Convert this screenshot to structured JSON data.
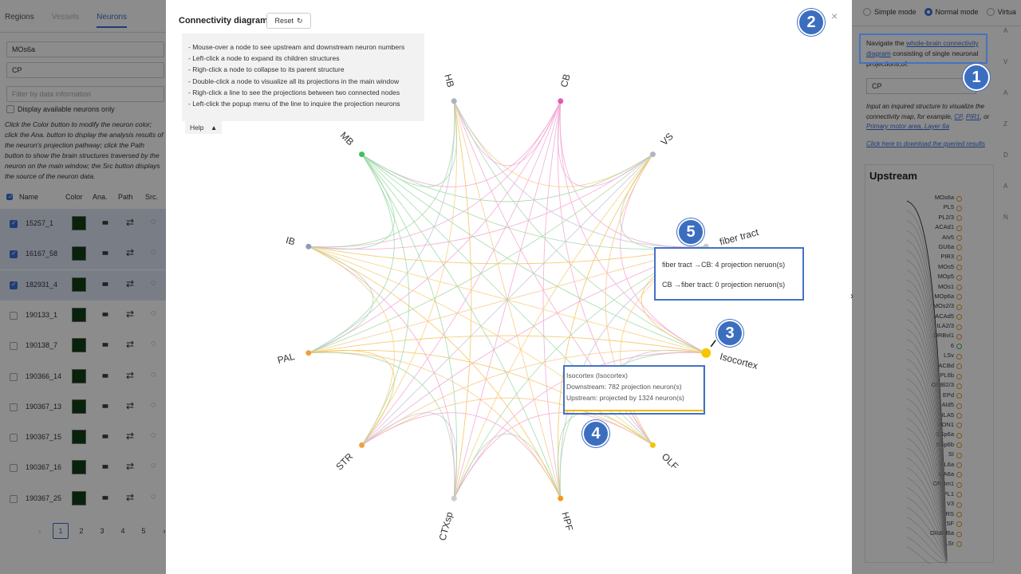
{
  "left": {
    "tabs": [
      "Regions",
      "Vessels",
      "Neurons"
    ],
    "active_tab": "Neurons",
    "field1": "MOs6a",
    "field2": "CP",
    "filter_placeholder": "Filter by data information",
    "display_available": "Display available neurons only",
    "description": "Click the Color button to modify the neuron color; click the Ana. button to display the analysis results of the neuron's projection pathway; click the Path button to show the brain structures traversed by the neuron on the main window; the Src button displays the source of the neuron data.",
    "columns": [
      "Name",
      "Color",
      "Ana.",
      "Path",
      "Src."
    ],
    "rows": [
      {
        "id": "15257_1",
        "checked": true
      },
      {
        "id": "16167_58",
        "checked": true
      },
      {
        "id": "182931_4",
        "checked": true
      },
      {
        "id": "190133_1",
        "checked": false
      },
      {
        "id": "190138_7",
        "checked": false
      },
      {
        "id": "190366_14",
        "checked": false
      },
      {
        "id": "190367_13",
        "checked": false
      },
      {
        "id": "190367_15",
        "checked": false
      },
      {
        "id": "190367_16",
        "checked": false
      },
      {
        "id": "190367_25",
        "checked": false
      }
    ],
    "pages": [
      "1",
      "2",
      "3",
      "4",
      "5"
    ]
  },
  "modal": {
    "title": "Connectivity diagram",
    "reset_label": "Reset",
    "help_lines": [
      "- Mouse-over a node to see upstream and downstream neuron numbers",
      "- Left-click a node to expand its children structures",
      "- Righ-click a node to collapse to its parent structure",
      "- Double-click a node to visualize all its projections in the main window",
      "- Righ-click a line to see the projections between two connected nodes",
      "- Left-click the popup menu of the line to inquire the projection neurons"
    ],
    "help_label": "Help",
    "nodes": [
      {
        "label": "HB",
        "color": "#a9b1c7"
      },
      {
        "label": "CB",
        "color": "#e45ab3"
      },
      {
        "label": "VS",
        "color": "#b0b6c4"
      },
      {
        "label": "fiber tract",
        "color": "#c9c9c9"
      },
      {
        "label": "Isocortex",
        "color": "#f7c600"
      },
      {
        "label": "OLF",
        "color": "#f2c500"
      },
      {
        "label": "HPF",
        "color": "#f29a1e"
      },
      {
        "label": "CTXsp",
        "color": "#cccccc"
      },
      {
        "label": "STR",
        "color": "#f0a040"
      },
      {
        "label": "PAL",
        "color": "#f0a040"
      },
      {
        "label": "IB",
        "color": "#8f9bb8"
      },
      {
        "label": "MB",
        "color": "#3fbf5c"
      }
    ],
    "tooltip_iso": {
      "line1": "Isocortex (Isocortex)",
      "line2": "Downstream: 782 projection neuron(s)",
      "line3": "Upstream: projected by 1324 neuron(s)"
    },
    "tooltip_ft": {
      "line1": "fiber tract →CB: 4 projection neruon(s)",
      "line2": "CB →fiber tract: 0 projection neruon(s)"
    }
  },
  "right": {
    "modes": [
      "Simple mode",
      "Normal mode",
      "Virtua"
    ],
    "nav_prefix": "Navigate the ",
    "nav_link": "whole-brain connectivity diagram",
    "nav_suffix": " consisting of single neuronal projections,of:",
    "cp_value": "CP",
    "input_desc_prefix": "Input an inquired structure to visualize the connectivity map, for example, ",
    "ex1": "CP",
    "ex2": "PIR1",
    "ex_or": ", or ",
    "ex3": "Primary motor area, Layer 6a",
    "download": "Click here to download the queried results",
    "upstream_title": "Upstream",
    "upstream_items": [
      "MOs6a",
      "PL5",
      "PL2/3",
      "ACAd1",
      "AIv5",
      "GU6a",
      "PIR3",
      "MOs5",
      "MOp5",
      "MOs1",
      "MOp6a",
      "MOs2/3",
      "ACAd5",
      "ILA2/3",
      "ORBvl1",
      "6",
      "LSv",
      "ACBd",
      "PL6b",
      "ORBl2/3",
      "EPd",
      "AId5",
      "ILA5",
      "AON1",
      "SSp6a",
      "SSp6b",
      "SI",
      "PL6a",
      "ILA6a",
      "ORBm1",
      "PL1",
      "V3",
      "TRS",
      "SF",
      "ORBvl6a",
      "LSr"
    ],
    "side_letters": [
      "A",
      "V",
      "A",
      "Z",
      "D",
      "A",
      "N"
    ]
  },
  "callouts": [
    "1",
    "2",
    "3",
    "4",
    "5"
  ]
}
